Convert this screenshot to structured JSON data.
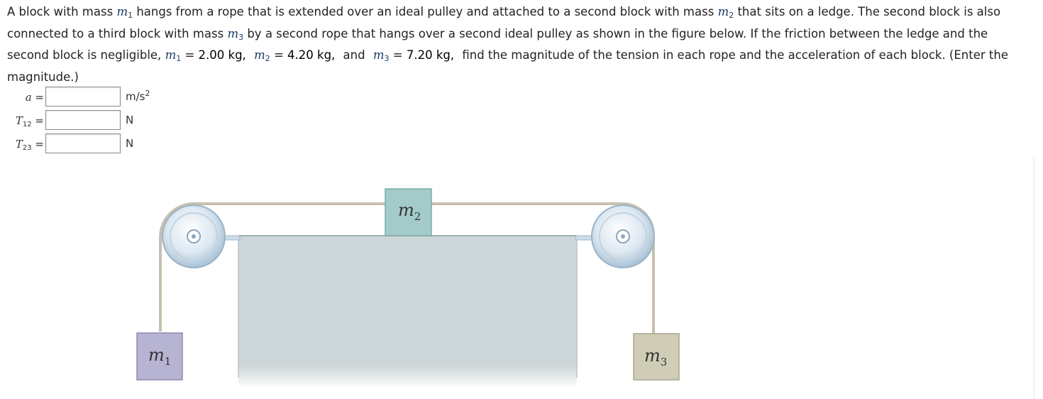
{
  "problem": {
    "t1": "A block with mass ",
    "m1": "m",
    "m1_sub": "1",
    "t2": " hangs from a rope that is extended over an ideal pulley and attached to a second block with mass ",
    "m2": "m",
    "m2_sub": "2",
    "t3": " that sits on a ledge. The second block is also connected to a third block with mass ",
    "m3": "m",
    "m3_sub": "3",
    "t4": " by a second rope that hangs over a second ideal pulley as shown in the figure below. If the friction between the ledge and the second block is negligible, ",
    "g1_var": "m",
    "g1_sub": "1",
    "g1_eq": " = ",
    "g1_val": "2.00 kg,",
    "g2_var": "m",
    "g2_sub": "2",
    "g2_eq": " = ",
    "g2_val": "4.20 kg,",
    "g_and": " and ",
    "g3_var": "m",
    "g3_sub": "3",
    "g3_eq": " = ",
    "g3_val": "7.20 kg,",
    "t5": " find the magnitude of the tension in each rope and the acceleration of each block. (Enter the magnitude.)"
  },
  "answers": [
    {
      "label_var": "a",
      "label_sub": "",
      "label_eq": " =",
      "value": "",
      "unit": "m/s",
      "unit_sup": "2"
    },
    {
      "label_var": "T",
      "label_sub": "12",
      "label_eq": " =",
      "value": "",
      "unit": "N",
      "unit_sup": ""
    },
    {
      "label_var": "T",
      "label_sub": "23",
      "label_eq": " =",
      "value": "",
      "unit": "N",
      "unit_sup": ""
    }
  ],
  "figure": {
    "m1_label": "m",
    "m1_sub": "1",
    "m2_label": "m",
    "m2_sub": "2",
    "m3_label": "m",
    "m3_sub": "3",
    "colors": {
      "ledge": "#cdd6d9",
      "block_m1": "#b6b3d3",
      "block_m2": "#a3cbc9",
      "block_m3": "#cfcdb6",
      "rope": "#c8bfb0",
      "pulley": "#b8cfe0"
    }
  }
}
